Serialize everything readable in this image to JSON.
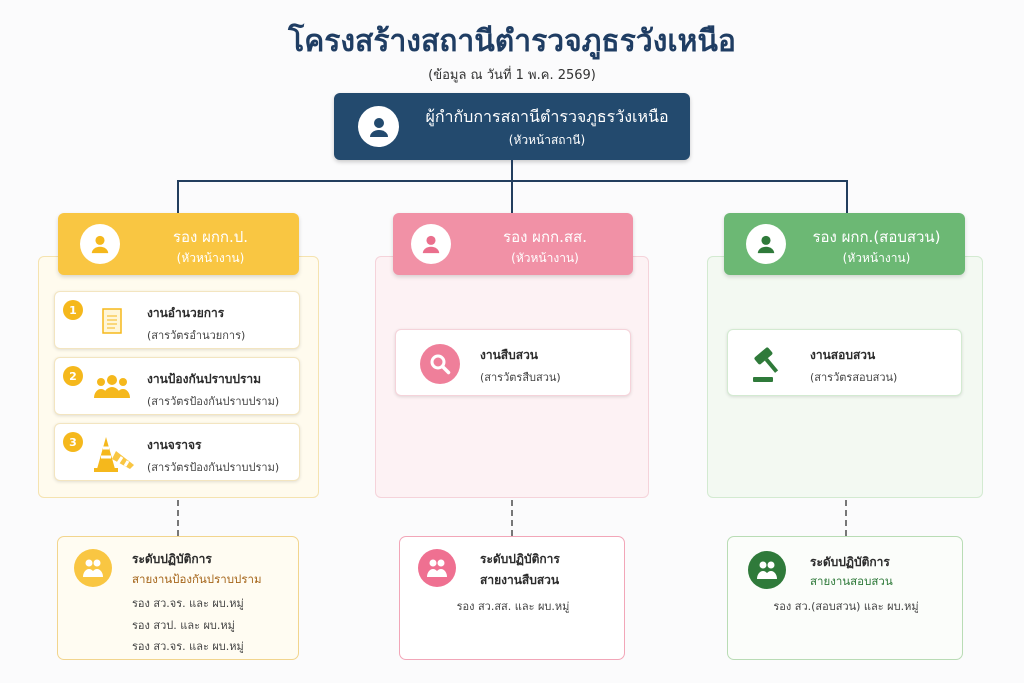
{
  "title": "โครงสร้างสถานีตำรวจภูธรวังเหนือ",
  "subtitle": "(ข้อมูล ณ วันที่ 1 พ.ค. 2569)",
  "head": {
    "name": "ผู้กำกับการสถานีตำรวจภูธรวังเหนือ",
    "role": "(หัวหน้าสถานี)"
  },
  "colors": {
    "navy": "#234a6e",
    "yellow": "#f9c642",
    "pink": "#f191a6",
    "green": "#6cb874"
  },
  "columns": [
    {
      "title": "รอง ผกก.ป.",
      "role": "(หัวหน้างาน)",
      "units": [
        {
          "num": "1",
          "name": "งานอำนวยการ",
          "sub": "(สารวัตรอำนวยการ)",
          "icon": "document-icon"
        },
        {
          "num": "2",
          "name": "งานป้องกันปราบปราม",
          "sub": "(สารวัตรป้องกันปราบปราม)",
          "icon": "people-icon"
        },
        {
          "num": "3",
          "name": "งานจราจร",
          "sub": "(สารวัตรป้องกันปราบปราม)",
          "icon": "traffic-cone-icon"
        }
      ],
      "ops": {
        "title": "ระดับปฏิบัติการ",
        "line": "สายงานป้องกันปราบปราม",
        "items": [
          "รอง สว.จร. และ ผบ.หมู่",
          "รอง สวป. และ ผบ.หมู่",
          "รอง สว.จร. และ ผบ.หมู่"
        ]
      }
    },
    {
      "title": "รอง ผกก.สส.",
      "role": "(หัวหน้างาน)",
      "units": [
        {
          "name": "งานสืบสวน",
          "sub": "(สารวัตรสืบสวน)",
          "icon": "search-icon"
        }
      ],
      "ops": {
        "title": "ระดับปฏิบัติการ",
        "line": "สายงานสืบสวน",
        "items": [
          "รอง สว.สส. และ ผบ.หมู่"
        ]
      }
    },
    {
      "title": "รอง ผกก.(สอบสวน)",
      "role": "(หัวหน้างาน)",
      "units": [
        {
          "name": "งานสอบสวน",
          "sub": "(สารวัตรสอบสวน)",
          "icon": "gavel-icon"
        }
      ],
      "ops": {
        "title": "ระดับปฏิบัติการ",
        "line": "สายงานสอบสวน",
        "items": [
          "รอง สว.(สอบสวน) และ ผบ.หมู่"
        ]
      }
    }
  ]
}
